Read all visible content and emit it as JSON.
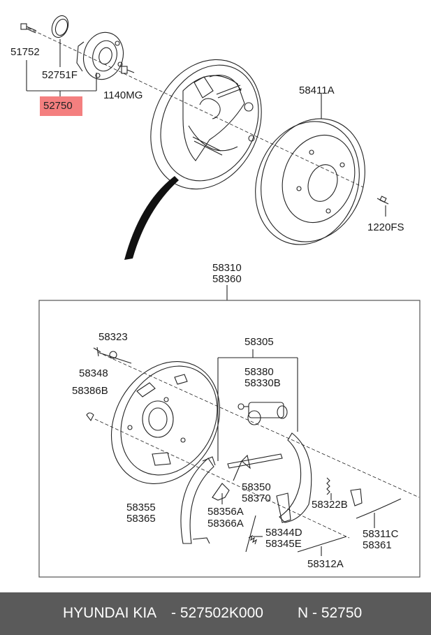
{
  "labels": {
    "l51752": "51752",
    "l52751F": "52751F",
    "l52750": "52750",
    "l1140MG": "1140MG",
    "l58411A": "58411A",
    "l1220FS": "1220FS",
    "l58310": "58310",
    "l58360": "58360",
    "l58323": "58323",
    "l58348": "58348",
    "l58386B": "58386B",
    "l58305": "58305",
    "l58380": "58380",
    "l58330B": "58330B",
    "l58355": "58355",
    "l58365": "58365",
    "l58350": "58350",
    "l58370": "58370",
    "l58356A": "58356A",
    "l58366A": "58366A",
    "l58322B": "58322B",
    "l58344D": "58344D",
    "l58345E": "58345E",
    "l58311C": "58311C",
    "l58361": "58361",
    "l58312A": "58312A"
  },
  "footer": {
    "brand": "HYUNDAI  KIA",
    "part_number": "- 527502K000",
    "n_label": "N - 52750"
  },
  "colors": {
    "highlight": "#f47f7f",
    "footer_bg": "#5a5a5a"
  }
}
